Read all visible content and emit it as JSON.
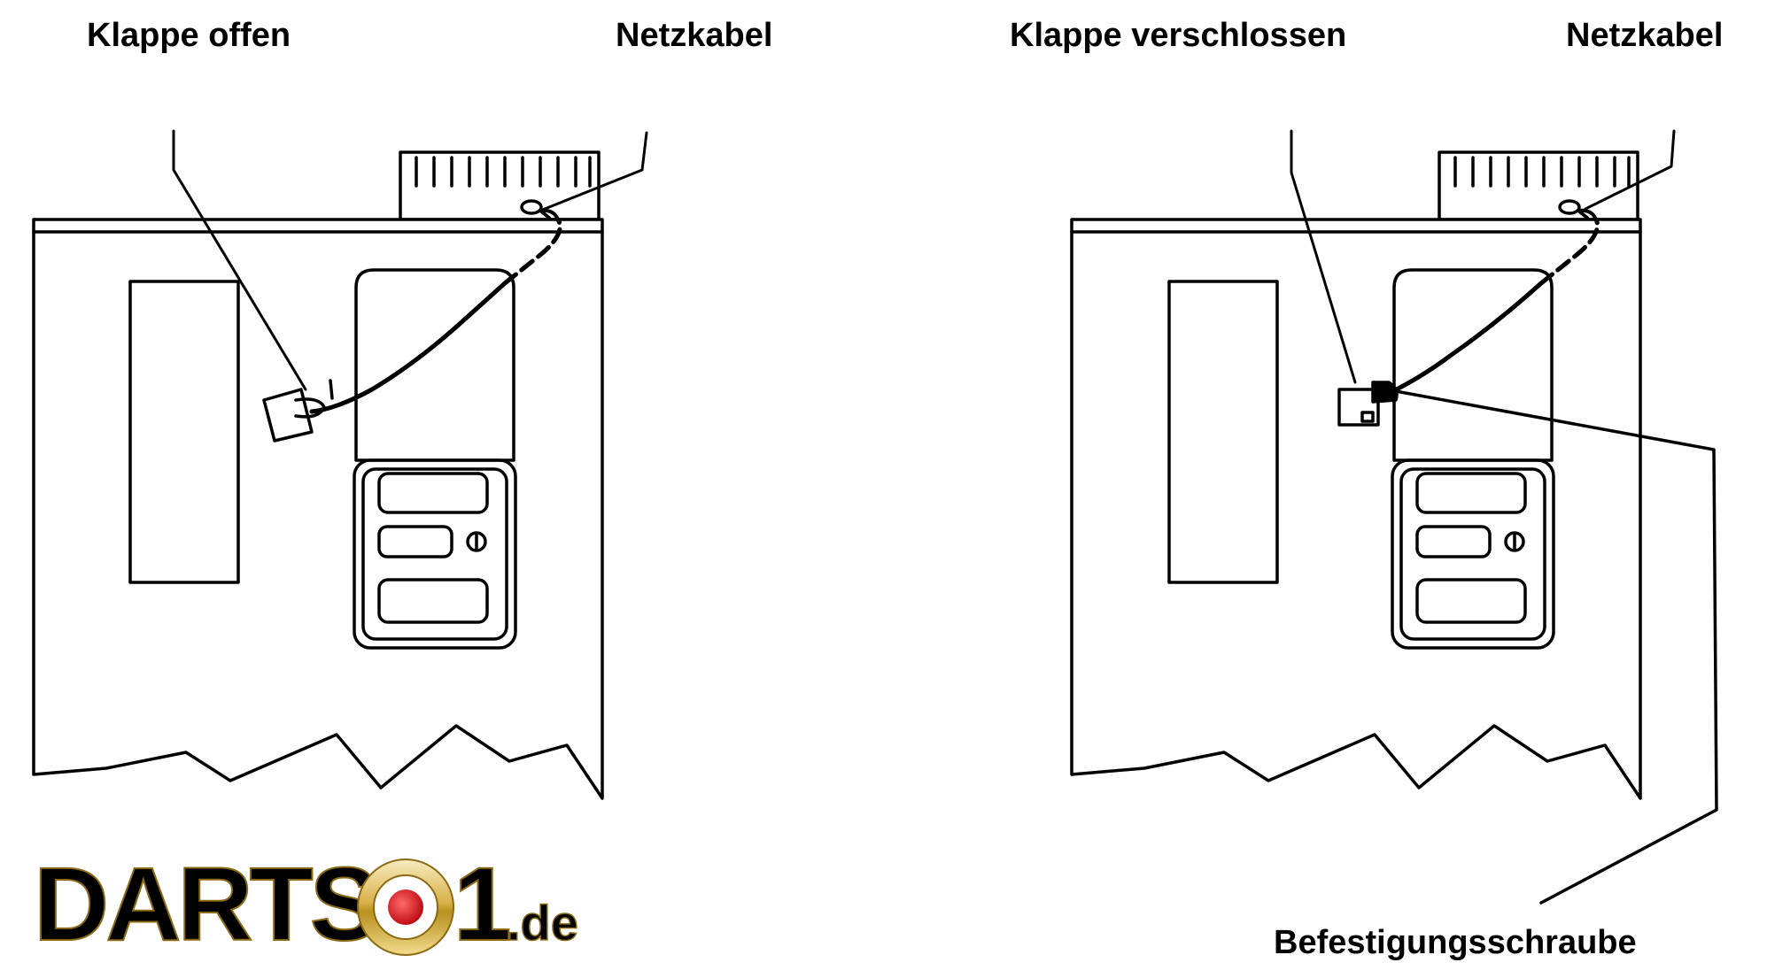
{
  "left_panel": {
    "label_flap": "Klappe offen",
    "label_cable": "Netzkabel"
  },
  "right_panel": {
    "label_flap": "Klappe verschlossen",
    "label_cable": "Netzkabel",
    "label_screw": "Befestigungsschraube"
  },
  "logo": {
    "text_main": "DARTS",
    "text_number": "1",
    "text_suffix": ".de",
    "gold": "#c9a227",
    "gold_light": "#f3e3a3",
    "red": "#d8141c"
  },
  "colors": {
    "ink": "#000000",
    "paper": "#ffffff"
  }
}
